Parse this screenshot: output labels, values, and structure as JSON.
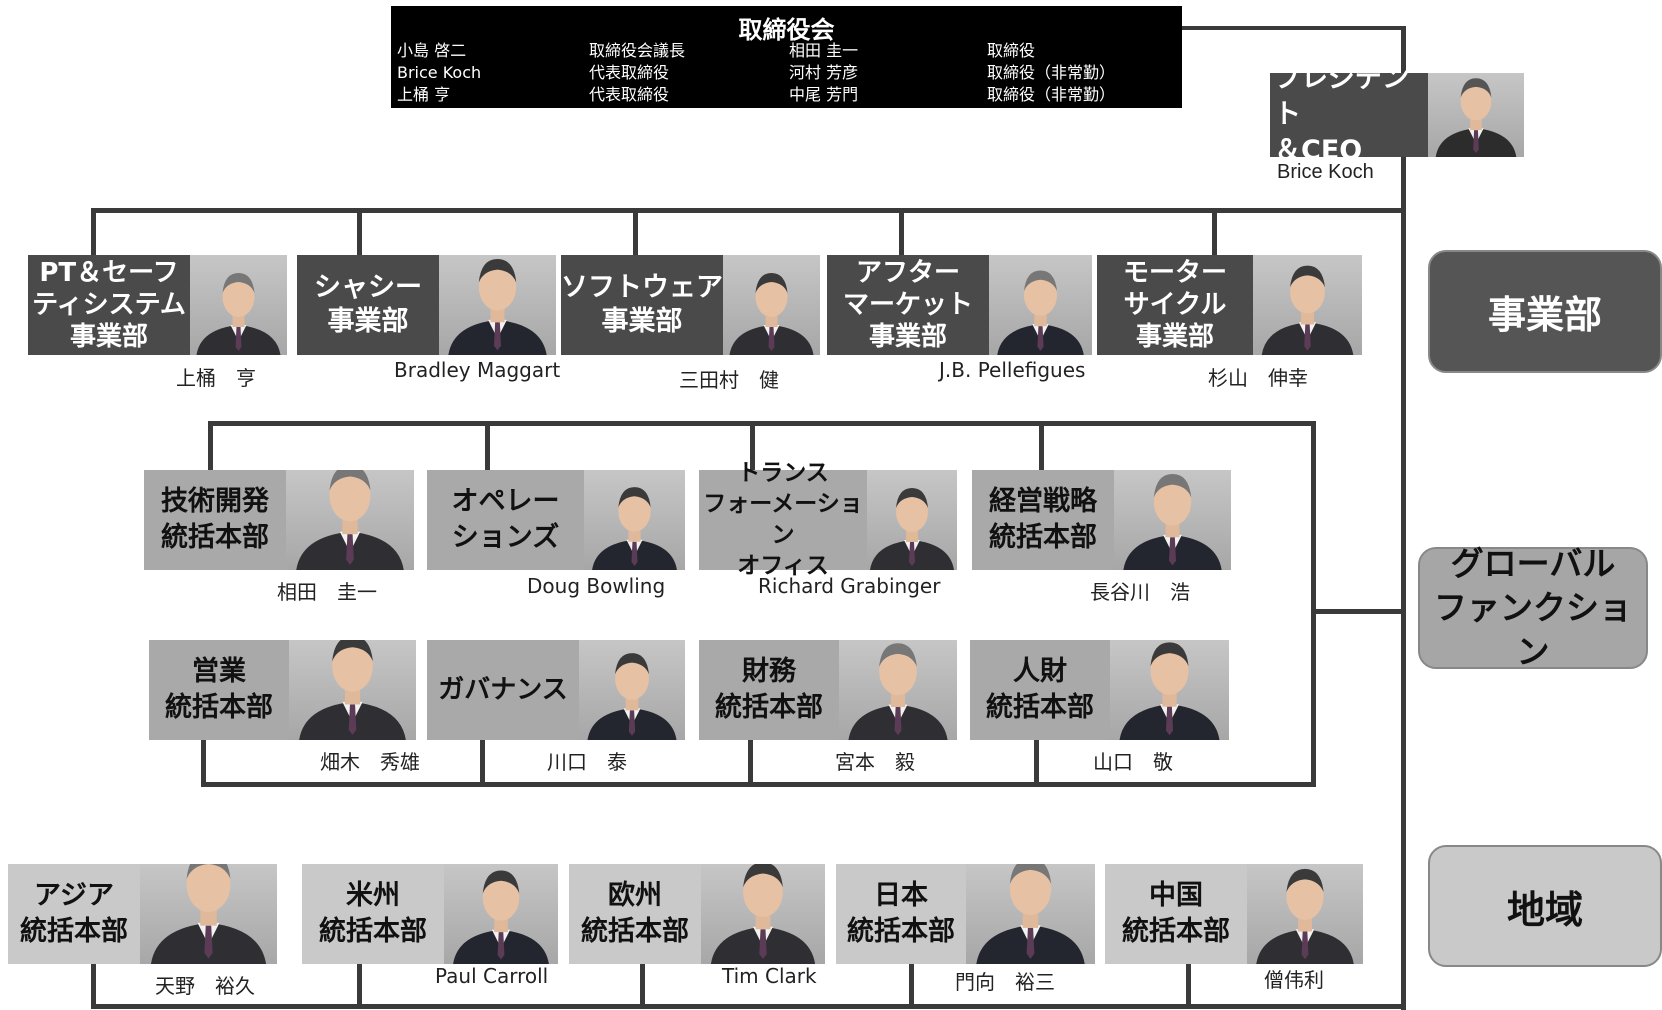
{
  "board": {
    "title": "取締役会",
    "rows": [
      [
        "小島 啓二",
        "取締役会議長",
        "相田 圭一",
        "取締役"
      ],
      [
        "Brice Koch",
        "代表取締役",
        "河村 芳彦",
        "取締役（非常勤）"
      ],
      [
        "上桶 亨",
        "代表取締役",
        "中尾 芳門",
        "取締役（非常勤）"
      ]
    ]
  },
  "ceo": {
    "title": "プレジデント\n＆CEO",
    "name": "Brice Koch"
  },
  "categories": {
    "business": "事業部",
    "global": "グローバル\nファンクション",
    "region": "地域"
  },
  "business_units": [
    {
      "label": "PT＆セーフ\nティシステム\n事業部",
      "name": "上桶　亨"
    },
    {
      "label": "シャシー\n事業部",
      "name": "Bradley Maggart"
    },
    {
      "label": "ソフトウェア\n事業部",
      "name": "三田村　健"
    },
    {
      "label": "アフター\nマーケット\n事業部",
      "name": "J.B. Pellefigues"
    },
    {
      "label": "モーター\nサイクル\n事業部",
      "name": "杉山　伸幸"
    }
  ],
  "global_functions": [
    {
      "label": "技術開発\n統括本部",
      "name": "相田　圭一"
    },
    {
      "label": "オペレー\nションズ",
      "name": "Doug Bowling"
    },
    {
      "label": "トランス\nフォーメーション\nオフィス",
      "name": "Richard Grabinger"
    },
    {
      "label": "経営戦略\n統括本部",
      "name": "長谷川　浩"
    },
    {
      "label": "営業\n統括本部",
      "name": "畑木　秀雄"
    },
    {
      "label": "ガバナンス",
      "name": "川口　泰"
    },
    {
      "label": "財務\n統括本部",
      "name": "宮本　毅"
    },
    {
      "label": "人財\n統括本部",
      "name": "山口　敬"
    }
  ],
  "regions": [
    {
      "label": "アジア\n統括本部",
      "name": "天野　裕久"
    },
    {
      "label": "米州\n統括本部",
      "name": "Paul Carroll"
    },
    {
      "label": "欧州\n統括本部",
      "name": "Tim Clark"
    },
    {
      "label": "日本\n統括本部",
      "name": "門向　裕三"
    },
    {
      "label": "中国\n統括本部",
      "name": "僧伟利"
    }
  ],
  "colors": {
    "line": "#3a3a3a",
    "card_dark": "#4a4a4a",
    "card_light": "#a9a9a9",
    "pill_dark": "#555555",
    "pill_light": "#a6a6a6",
    "pill_lighter": "#c9c9c9"
  }
}
